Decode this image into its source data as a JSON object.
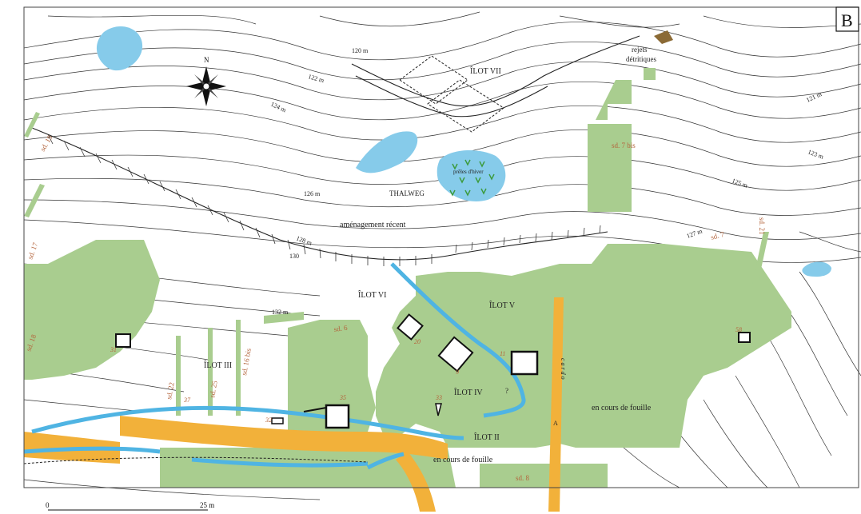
{
  "panel_letter": "B",
  "colors": {
    "excavated_area": "#a9cd8f",
    "water": "#86cbea",
    "channel": "#4fb4e3",
    "road": "#f2b13a",
    "label_red": "#b4653d",
    "contour": "#333333",
    "deposit": "#8b6a35"
  },
  "north_label": "N",
  "icons": {
    "north_arrow": "compass-rose-icon",
    "vegetation": "horsetail-plant-icon"
  },
  "contour_labels": [
    "120 m",
    "121 m",
    "122 m",
    "123 m",
    "124 m",
    "125 m",
    "126 m",
    "127 m",
    "128 m",
    "130",
    "132 m"
  ],
  "place_labels": {
    "rejets_1": "rejets",
    "rejets_2": "détritiques",
    "ilot_vii": "ÎLOT VII",
    "preles": "prêles d'hiver",
    "thalweg": "THALWEG",
    "amenagement": "aménagement récent",
    "ilot_vi": "ÎLOT VI",
    "ilot_v": "ÎLOT V",
    "ilot_iii": "ÎLOT III",
    "ilot_iv": "ÎLOT IV",
    "ilot_ii": "ÎLOT II",
    "fouille_1": "en cours de fouille",
    "fouille_2": "en cours de fouille",
    "cardo": "c a r d o",
    "cardo_a": "A",
    "question": "?"
  },
  "sondage_labels": {
    "sd7bis": "sd. 7 bis",
    "sd7": "sd. 7",
    "sd21": "sd. 21",
    "sd6": "sd. 6",
    "sd17": "sd. 17",
    "sd18": "sd. 18",
    "sd22": "sd. 22",
    "sd25": "sd. 25",
    "sd16bis": "sd. 16 bis",
    "sd8": "sd. 8",
    "sd19": "sd. 19"
  },
  "structure_numbers": [
    "31",
    "20",
    "11",
    "9",
    "33",
    "32",
    "58",
    "35",
    "37"
  ],
  "scale_bar": {
    "start": "0",
    "end": "25 m"
  }
}
